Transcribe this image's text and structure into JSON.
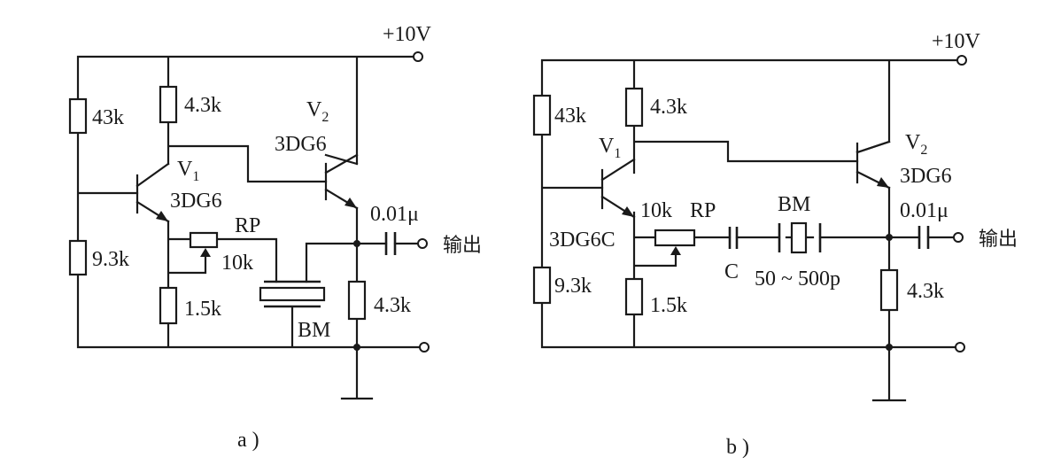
{
  "circuit_a": {
    "caption": "a )",
    "supply": "+10V",
    "output": "输出",
    "r_bias_top": "43k",
    "r_bias_bottom": "9.3k",
    "r_collector": "4.3k",
    "r_emitter": "1.5k",
    "r_load": "4.3k",
    "rp_name": "RP",
    "rp_value": "10k",
    "cap_out": "0.01μ",
    "crystal": "BM",
    "v1_name": "V",
    "v1_sub": "1",
    "v1_type": "3DG6",
    "v2_name": "V",
    "v2_sub": "2",
    "v2_type": "3DG6"
  },
  "circuit_b": {
    "caption": "b )",
    "supply": "+10V",
    "output": "输出",
    "r_bias_top": "43k",
    "r_bias_bottom": "9.3k",
    "r_collector": "4.3k",
    "r_emitter": "1.5k",
    "r_load": "4.3k",
    "rp_name": "RP",
    "rp_value": "10k",
    "cap_c": "C",
    "cap_c_range": "50 ~ 500p",
    "cap_out": "0.01μ",
    "crystal": "BM",
    "v1_name": "V",
    "v1_sub": "1",
    "v1_type": "3DG6C",
    "v2_name": "V",
    "v2_sub": "2",
    "v2_type": "3DG6"
  }
}
